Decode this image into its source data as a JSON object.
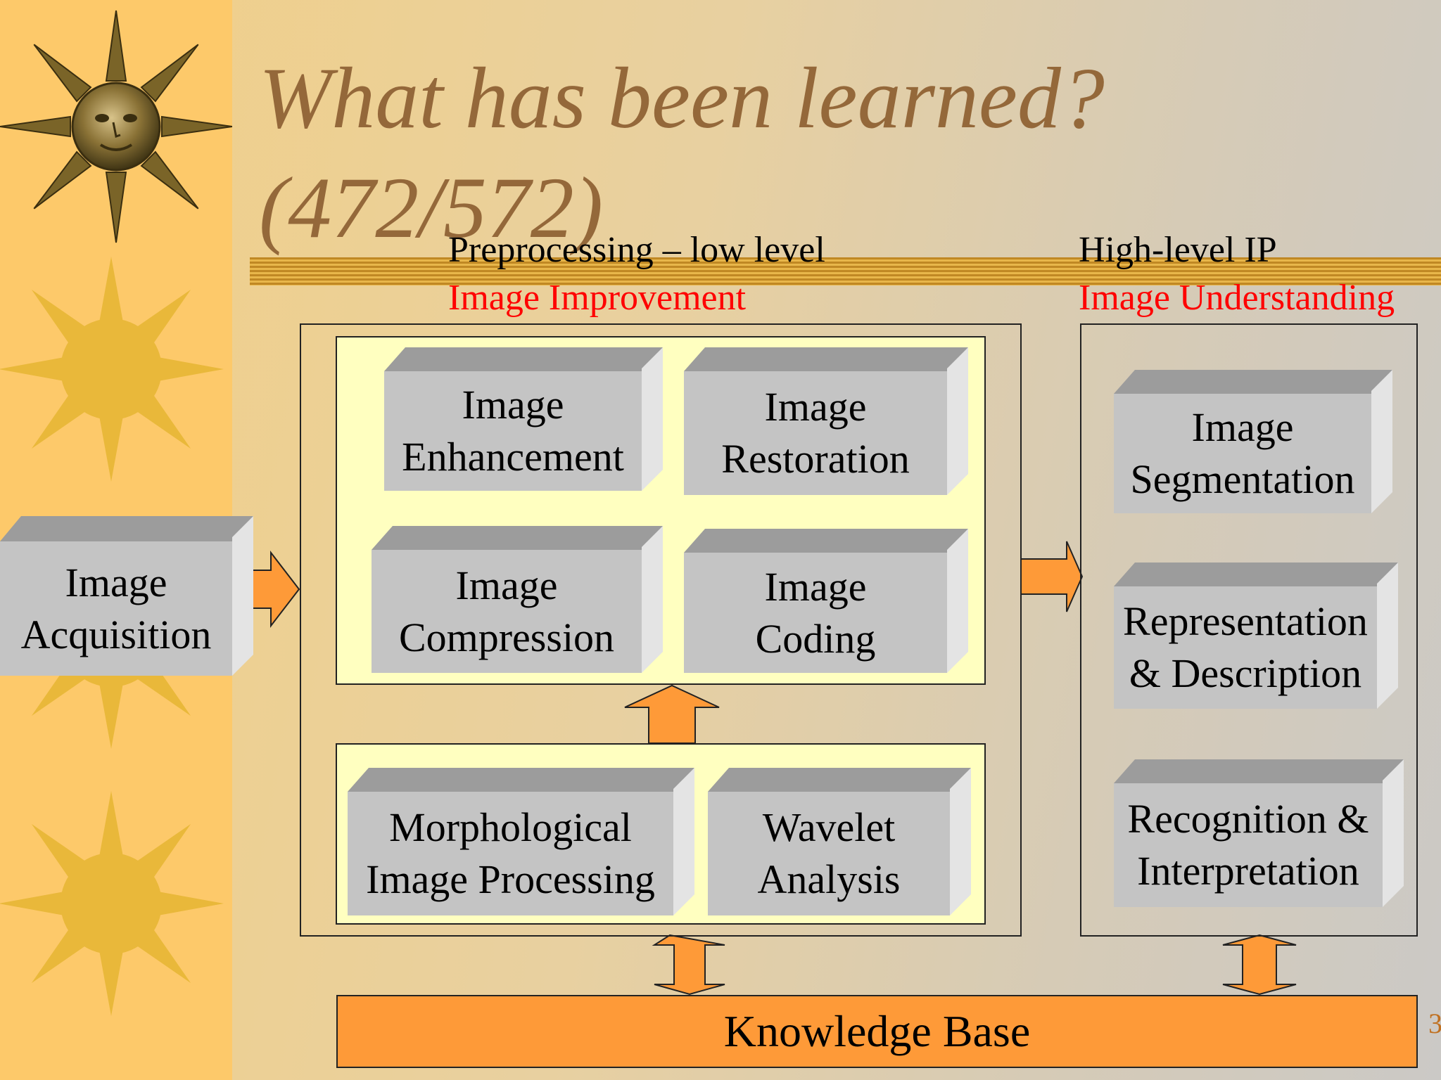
{
  "slide": {
    "title_line1": "What has been learned?",
    "title_line2": "(472/572)",
    "page_number": "3"
  },
  "columns": {
    "left_heading": "Preprocessing – low level",
    "left_subheading": "Image Improvement",
    "right_heading": "High-level IP",
    "right_subheading": "Image Understanding"
  },
  "blocks": {
    "acquisition": [
      "Image",
      "Acquisition"
    ],
    "enhancement": [
      "Image",
      "Enhancement"
    ],
    "restoration": [
      "Image",
      "Restoration"
    ],
    "compression": [
      "Image",
      "Compression"
    ],
    "coding": [
      "Image",
      "Coding"
    ],
    "morphological": [
      "Morphological",
      "Image Processing"
    ],
    "wavelet": [
      "Wavelet",
      "Analysis"
    ],
    "segmentation": [
      "Image",
      "Segmentation"
    ],
    "representation": [
      "Representation",
      "& Description"
    ],
    "recognition": [
      "Recognition &",
      "Interpretation"
    ]
  },
  "knowledge_base": "Knowledge Base",
  "colors": {
    "sidebar": "#fdc96a",
    "title": "#94683a",
    "arrow": "#fe9a38",
    "panel": "#ffffc0",
    "block_front": "#c4c4c4",
    "subheading": "#ff0000"
  }
}
